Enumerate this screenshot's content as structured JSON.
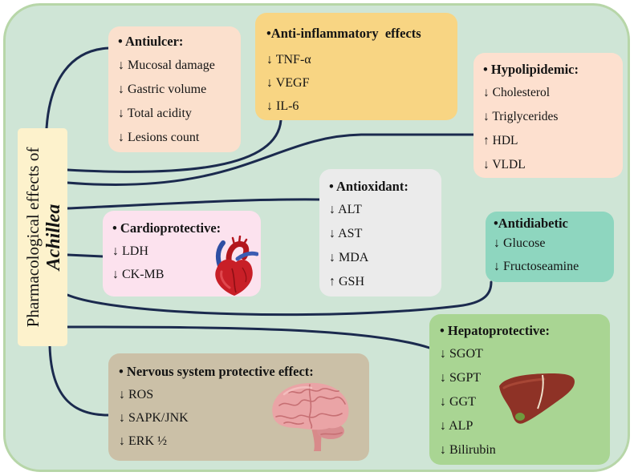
{
  "diagram": {
    "central_label": {
      "line1": "Pharmacological effects of",
      "line2": "Achillea",
      "color": "#fdf2cc"
    },
    "connector_color": "#1b2a4e",
    "background_color": "#cfe5d6",
    "effects": {
      "antiulcer": {
        "title": "• Antiulcer:",
        "items": [
          "↓ Mucosal damage",
          "↓ Gastric volume",
          "↓ Total acidity",
          "↓ Lesions count"
        ],
        "color": "#fbe0cd"
      },
      "anti_inflammatory": {
        "title": "•Anti-inflammatory  effects",
        "items": [
          "↓ TNF-α",
          "↓ VEGF",
          "↓ IL-6"
        ],
        "color": "#f8d583"
      },
      "hypolipidemic": {
        "title": "• Hypolipidemic:",
        "items": [
          "↓ Cholesterol",
          "↓ Triglycerides",
          "↑ HDL",
          "↓ VLDL"
        ],
        "color": "#fde0cf"
      },
      "antioxidant": {
        "title": "• Antioxidant:",
        "items": [
          "↓ ALT",
          "↓ AST",
          "↓ MDA",
          "↑ GSH"
        ],
        "color": "#ebebeb"
      },
      "cardioprotective": {
        "title": "• Cardioprotective:",
        "items": [
          "↓ LDH",
          "↓ CK-MB"
        ],
        "color": "#fce2ee",
        "illustration": "heart-icon"
      },
      "antidiabetic": {
        "title": "•Antidiabetic",
        "items": [
          "↓ Glucose",
          "↓ Fructoseamine"
        ],
        "color": "#8ed6bf"
      },
      "hepatoprotective": {
        "title": "• Hepatoprotective:",
        "items": [
          "↓ SGOT",
          "↓ SGPT",
          "↓ GGT",
          "↓ ALP",
          "↓ Bilirubin"
        ],
        "color": "#a9d593",
        "illustration": "liver-icon"
      },
      "nervous_system": {
        "title": "• Nervous system protective effect:",
        "items": [
          "↓ ROS",
          "↓ SAPK/JNK",
          "↓ ERK ½"
        ],
        "color": "#cbc0a7",
        "illustration": "brain-icon"
      }
    }
  }
}
